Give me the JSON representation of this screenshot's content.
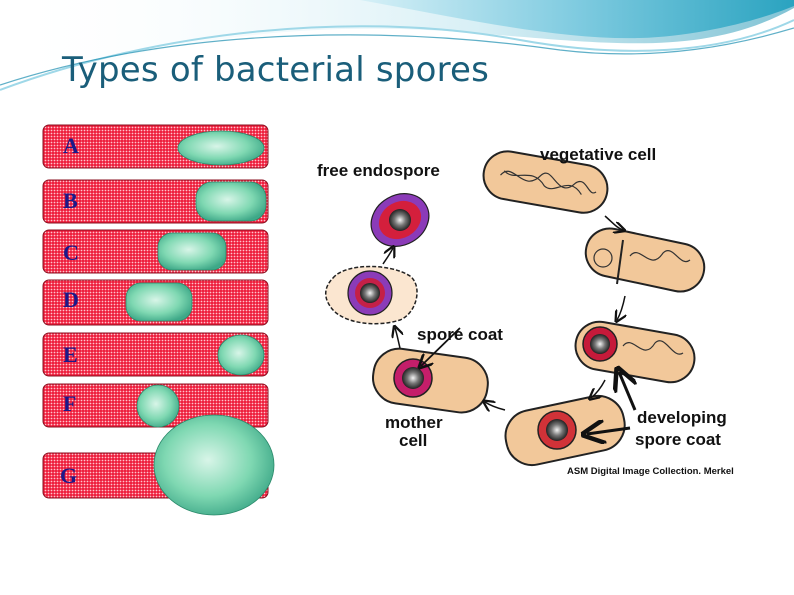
{
  "slide": {
    "title": "Types of bacterial spores"
  },
  "spore_types": {
    "labels": [
      "A",
      "B",
      "C",
      "D",
      "E",
      "F",
      "G"
    ]
  },
  "life_cycle": {
    "labels": {
      "free_endospore": "free endospore",
      "vegetative_cell": "vegetative cell",
      "spore_coat": "spore coat",
      "mother_cell_line1": "mother",
      "mother_cell_line2": "cell",
      "developing_line1": "developing",
      "developing_line2": "spore coat"
    },
    "credit": "ASM Digital Image Collection. Merkel"
  },
  "colors": {
    "title": "#1a5e7a",
    "cell_fill": "#ee1c3a",
    "spore_fill": "#6fd1a8",
    "header_teal": "#2aa3c0",
    "cell_tan": "#f2c89a"
  }
}
